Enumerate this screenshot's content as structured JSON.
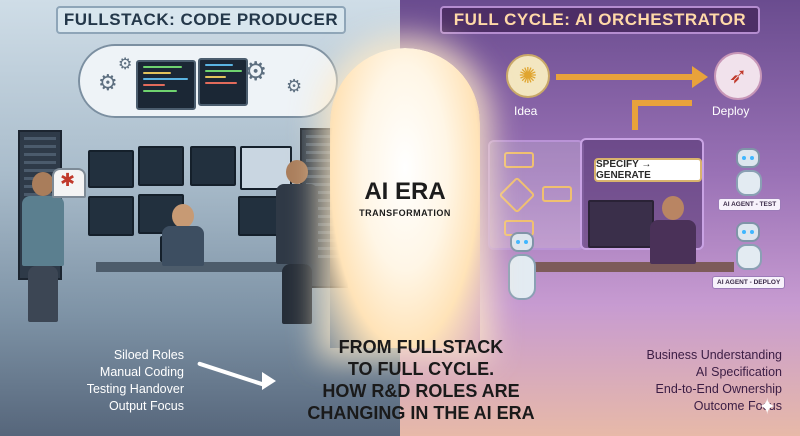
{
  "left_panel": {
    "title": "FULLSTACK: CODE PRODUCER",
    "points": [
      "Siloed Roles",
      "Manual Coding",
      "Testing Handover",
      "Output Focus"
    ]
  },
  "right_panel": {
    "title": "FULL CYCLE: AI ORCHESTRATOR",
    "idea_label": "Idea",
    "deploy_label": "Deploy",
    "prompt_bubble": "SPECIFY → GENERATE",
    "agent_test": "AI AGENT - TEST",
    "agent_deploy": "AI AGENT - DEPLOY",
    "points": [
      "Business Understanding",
      "AI Specification",
      "End-to-End Ownership",
      "Outcome Focus"
    ]
  },
  "center": {
    "title": "AI ERA",
    "subtitle": "TRANSFORMATION",
    "headline": [
      "FROM FULLSTACK",
      "TO FULL CYCLE.",
      "HOW R&D ROLES ARE",
      "CHANGING IN THE AI ERA"
    ]
  },
  "icons": {
    "idea": "lightbulb-icon",
    "deploy": "rocket-icon",
    "bug": "bug-icon",
    "gear": "gear-icon",
    "sparkle": "sparkle-icon"
  },
  "colors": {
    "left_bg": "#a9bccb",
    "right_bg": "#9a72b6",
    "accent_orange": "#e9a23b",
    "right_title": "#ffd9a8"
  }
}
